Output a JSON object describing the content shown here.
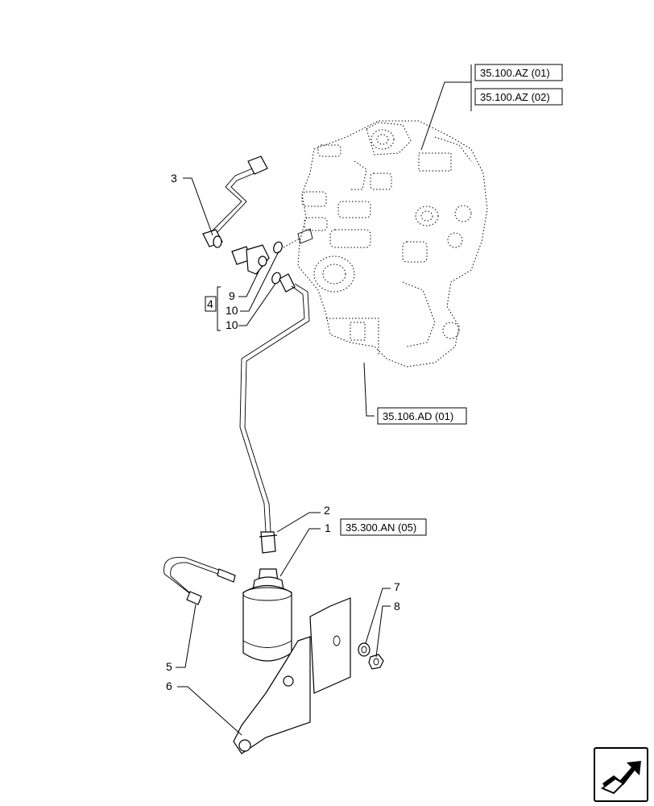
{
  "callouts": {
    "p1": "1",
    "p2": "2",
    "p3": "3",
    "p4": "4",
    "p5": "5",
    "p6": "6",
    "p7": "7",
    "p8": "8",
    "p9": "9",
    "p10a": "10",
    "p10b": "10"
  },
  "references": {
    "az01": "35.100.AZ (01)",
    "az02": "35.100.AZ (02)",
    "ad01": "35.106.AD (01)",
    "an05": "35.300.AN (05)"
  },
  "icons": {
    "nav": "next-page-arrow-icon"
  }
}
